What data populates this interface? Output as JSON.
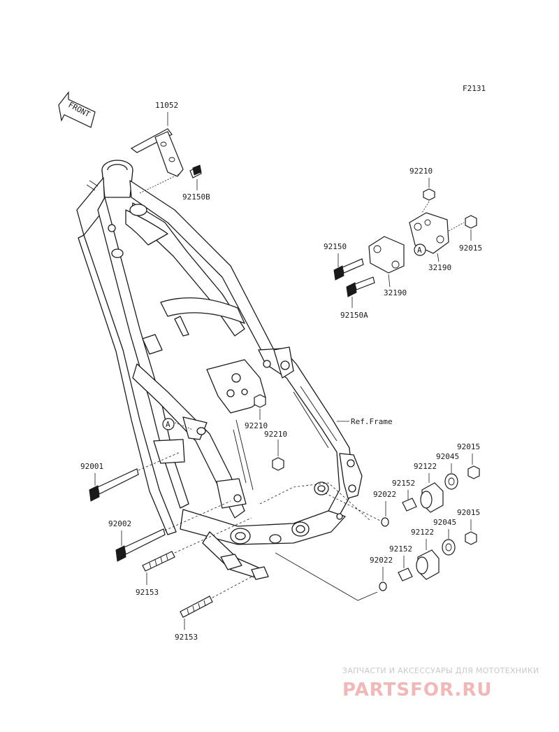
{
  "figure_code": "F2131",
  "front_label": "FRONT",
  "ref_frame": "Ref.Frame",
  "callout_letter": "A",
  "parts": {
    "p11052": "11052",
    "p92150B": "92150B",
    "p92210_top": "92210",
    "p92150": "92150",
    "p92015_top": "92015",
    "p32190_a": "32190",
    "p32190_b": "32190",
    "p92150A": "92150A",
    "p92210_mid1": "92210",
    "p92210_mid2": "92210",
    "p92001": "92001",
    "p92002": "92002",
    "p92153_a": "92153",
    "p92153_b": "92153",
    "p92015_r1": "92015",
    "p92045_r1": "92045",
    "p92122_r1": "92122",
    "p92152_r1": "92152",
    "p92022_r1": "92022",
    "p92015_r2": "92015",
    "p92045_r2": "92045",
    "p92122_r2": "92122",
    "p92152_r2": "92152",
    "p92022_r2": "92022"
  },
  "watermark": {
    "tagline": "ЗАПЧАСТИ И АКСЕССУАРЫ ДЛЯ МОТОТЕХНИКИ",
    "logo": "PARTSFOR.RU"
  }
}
